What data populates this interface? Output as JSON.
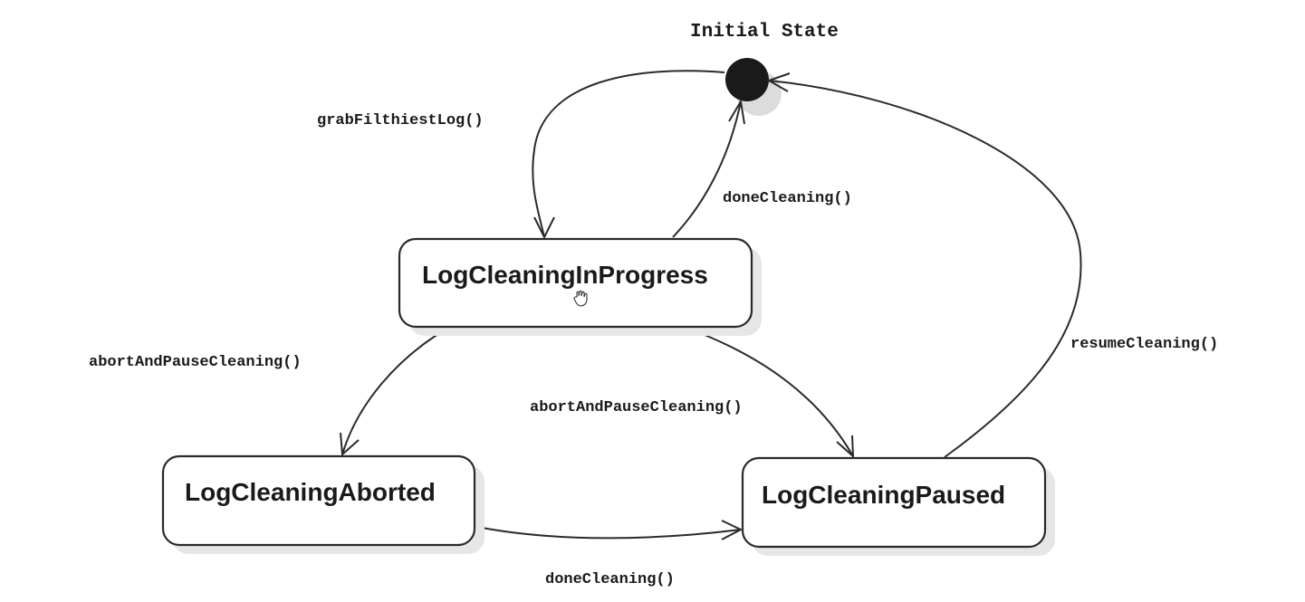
{
  "diagram": {
    "initial_state_label": "Initial State",
    "states": {
      "in_progress": "LogCleaningInProgress",
      "aborted": "LogCleaningAborted",
      "paused": "LogCleaningPaused"
    },
    "transitions": {
      "grab": "grabFilthiestLog()",
      "done_from_progress": "doneCleaning()",
      "abort_to_aborted": "abortAndPauseCleaning()",
      "abort_to_paused": "abortAndPauseCleaning()",
      "resume": "resumeCleaning()",
      "done_from_aborted": "doneCleaning()"
    },
    "icons": {
      "cursor": "hand-cursor-icon"
    }
  }
}
